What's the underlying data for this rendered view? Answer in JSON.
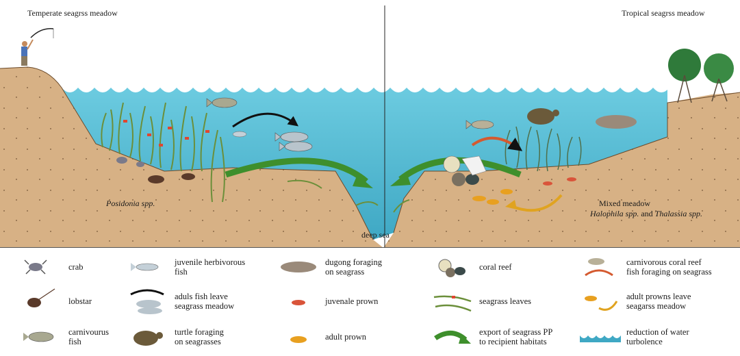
{
  "scene": {
    "left_title": "Temperate seagrss meadow",
    "right_title": "Tropical seagrss meadow",
    "posidonia_label": "Posidonia spp.",
    "deep_sea_label": "deep sea",
    "mixed_label": "Mixed meadow",
    "halophila": "Halophila spp.",
    "and_word": " and ",
    "thalassia": "Thalassia spp."
  },
  "colors": {
    "water": "#5bbfd6",
    "water_deep": "#3fa8c4",
    "sand": "#d7b185",
    "sand_dots": "#8a6a48",
    "seagrass": "#6b8f3a",
    "export_arrow": "#3e8f2c",
    "prawn_arrow": "#e0a320"
  },
  "legend": [
    {
      "icon": "crab-icon",
      "text": "crab"
    },
    {
      "icon": "juvenile-fish-icon",
      "text": "juvenile herbivorous\nfish"
    },
    {
      "icon": "dugong-icon",
      "text": "dugong foraging\non seagrass"
    },
    {
      "icon": "coral-reef-icon",
      "text": "coral reef"
    },
    {
      "icon": "reef-fish-arrow-icon",
      "text": "carnivorous coral reef\nfish foraging on seagrass"
    },
    {
      "icon": "lobster-icon",
      "text": "lobstar"
    },
    {
      "icon": "adult-fish-arrow-icon",
      "text": "aduls fish leave\nseagrass meadow"
    },
    {
      "icon": "juvenile-prawn-icon",
      "text": "juvenale prown"
    },
    {
      "icon": "seagrass-leaves-icon",
      "text": "seagrass leaves"
    },
    {
      "icon": "adult-prawn-arrow-icon",
      "text": "adult prowns leave\nseagarss meadow"
    },
    {
      "icon": "carnivorous-fish-icon",
      "text": "carnivourus\nfish"
    },
    {
      "icon": "turtle-icon",
      "text": "turtle foraging\non seagrasses"
    },
    {
      "icon": "adult-prawn-icon",
      "text": "adult prown"
    },
    {
      "icon": "export-arrow-icon",
      "text": "export of seagrass PP\nto recipient habitats"
    },
    {
      "icon": "wave-icon",
      "text": "reduction of water\nturbolence"
    }
  ]
}
